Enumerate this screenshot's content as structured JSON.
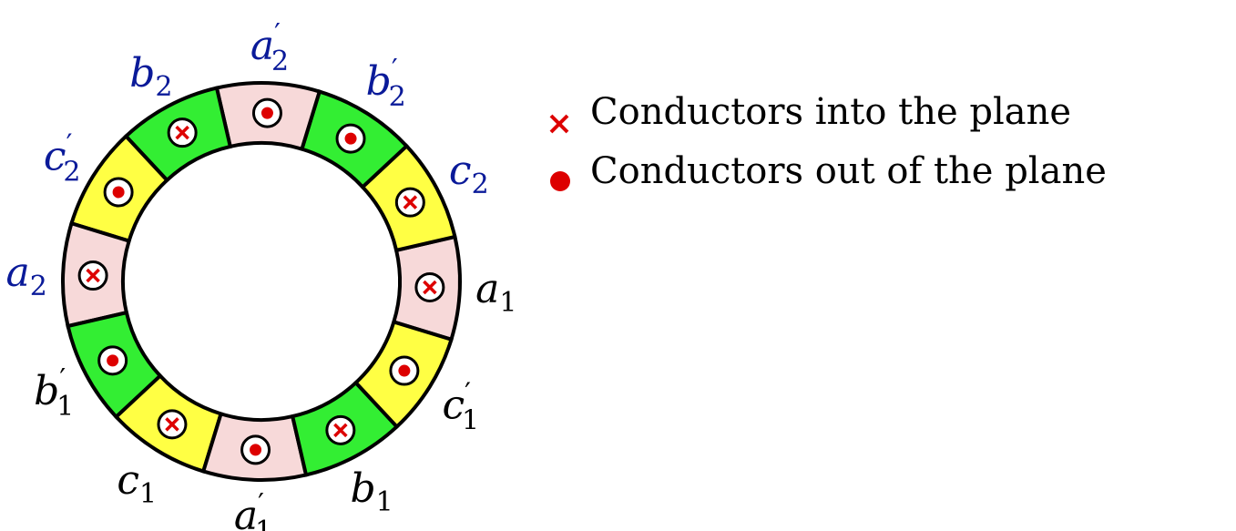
{
  "colors": {
    "phase_a": "#F7D9D9",
    "phase_b": "#33EE33",
    "phase_c": "#FFFF44",
    "marker": "#DD0000",
    "label_side1": "#000000",
    "label_side2": "#0A1A99",
    "outline": "#000000"
  },
  "legend": {
    "into_label": "Conductors into the plane",
    "out_label": "Conductors out of the plane"
  },
  "slots": [
    {
      "phase": "a",
      "base": "a",
      "sub": "1",
      "prime": false,
      "dir": "into",
      "side": 1
    },
    {
      "phase": "c",
      "base": "c",
      "sub": "2",
      "prime": false,
      "dir": "into",
      "side": 2
    },
    {
      "phase": "b",
      "base": "b",
      "sub": "2",
      "prime": true,
      "dir": "out",
      "side": 2
    },
    {
      "phase": "a",
      "base": "a",
      "sub": "2",
      "prime": true,
      "dir": "out",
      "side": 2
    },
    {
      "phase": "b",
      "base": "b",
      "sub": "2",
      "prime": false,
      "dir": "into",
      "side": 2
    },
    {
      "phase": "c",
      "base": "c",
      "sub": "2",
      "prime": true,
      "dir": "out",
      "side": 2
    },
    {
      "phase": "a",
      "base": "a",
      "sub": "2",
      "prime": false,
      "dir": "into",
      "side": 2
    },
    {
      "phase": "b",
      "base": "b",
      "sub": "1",
      "prime": true,
      "dir": "out",
      "side": 1
    },
    {
      "phase": "c",
      "base": "c",
      "sub": "1",
      "prime": false,
      "dir": "into",
      "side": 1
    },
    {
      "phase": "a",
      "base": "a",
      "sub": "1",
      "prime": true,
      "dir": "out",
      "side": 1
    },
    {
      "phase": "b",
      "base": "b",
      "sub": "1",
      "prime": false,
      "dir": "into",
      "side": 1
    },
    {
      "phase": "c",
      "base": "c",
      "sub": "1",
      "prime": true,
      "dir": "out",
      "side": 1
    }
  ]
}
